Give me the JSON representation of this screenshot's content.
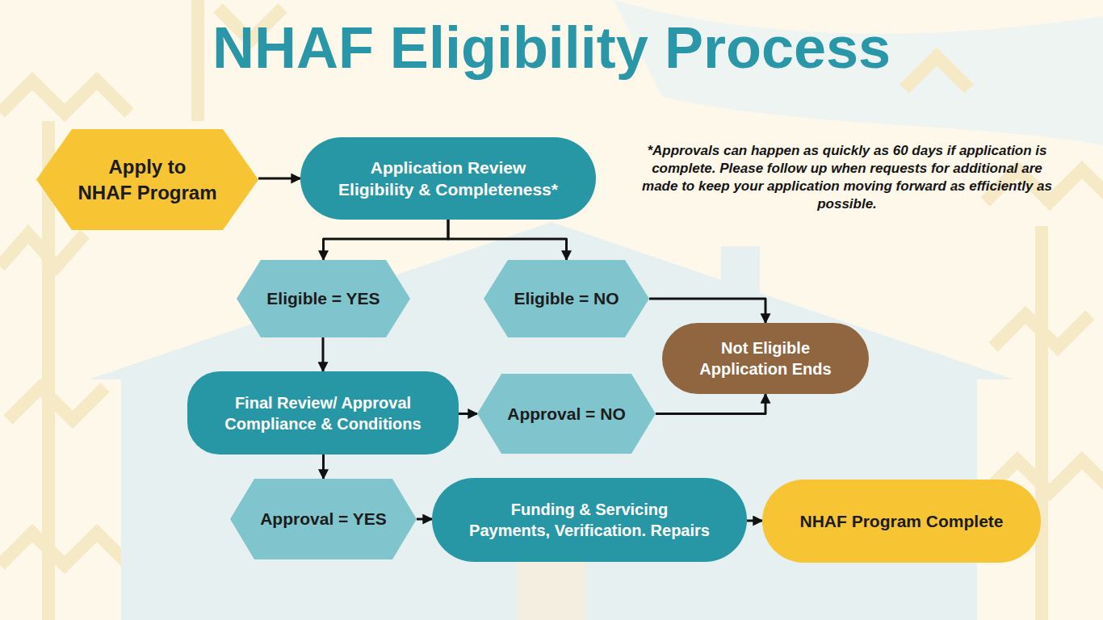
{
  "diagram": {
    "title": "NHAF Eligibility Process",
    "nodes": [
      {
        "text": [
          "Apply to",
          "NHAF Program"
        ]
      },
      {
        "text": [
          "Application Review",
          "Eligibility & Completeness*"
        ]
      },
      {
        "text": [
          "Eligible = YES"
        ]
      },
      {
        "text": [
          "Eligible = NO"
        ]
      },
      {
        "text": [
          "Not Eligible",
          "Application Ends"
        ]
      },
      {
        "text": [
          "Final Review/ Approval",
          "Compliance & Conditions"
        ]
      },
      {
        "text": [
          "Approval = NO"
        ]
      },
      {
        "text": [
          "Approval = YES"
        ]
      },
      {
        "text": [
          "Funding & Servicing",
          "Payments, Verification. Repairs"
        ]
      },
      {
        "text": [
          "NHAF Program Complete"
        ]
      }
    ],
    "edges": [
      {
        "from": 0,
        "to": 1,
        "arrow": "to"
      },
      {
        "from": 1,
        "to": 2,
        "arrow": "to"
      },
      {
        "from": 1,
        "to": 3,
        "arrow": "to"
      },
      {
        "from": 3,
        "to": 4,
        "arrow": "to"
      },
      {
        "from": 2,
        "to": 5,
        "arrow": "to"
      },
      {
        "from": 5,
        "to": 6,
        "arrow": "to"
      },
      {
        "from": 6,
        "to": 4,
        "arrow": "to"
      },
      {
        "from": 5,
        "to": 7,
        "arrow": "to"
      },
      {
        "from": 7,
        "to": 8,
        "arrow": "to"
      },
      {
        "from": 8,
        "to": 9,
        "arrow": "to"
      }
    ],
    "labels": [
      "*Approvals can happen as quickly as 60 days if application is complete. Please follow up when requests for additional are made to keep your application moving forward as efficiently as possible."
    ]
  }
}
